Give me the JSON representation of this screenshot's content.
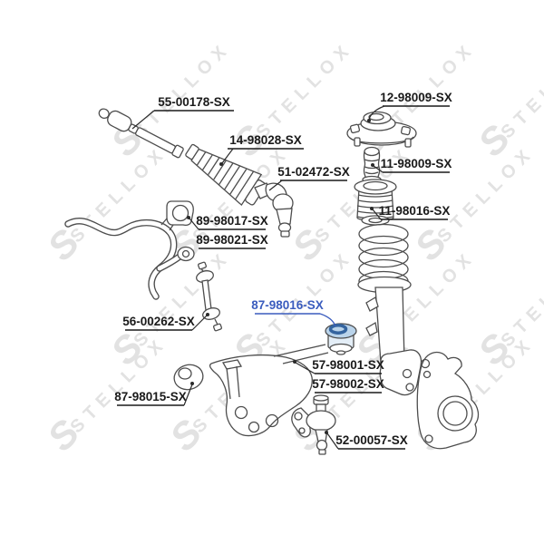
{
  "watermark": {
    "logo_char": "S",
    "text": "STELLOX",
    "color": "#e2e2e2"
  },
  "colors": {
    "background": "#ffffff",
    "line_art": "#4d4d4d",
    "label_text": "#1a1a1a",
    "highlight_link": "#3a5cbe",
    "highlight_fill": "#b9d3ea",
    "highlight_ring": "#34649f"
  },
  "labels": {
    "tie_rod": "55-00178-SX",
    "steering_boot": "14-98028-SX",
    "tie_rod_end": "51-02472-SX",
    "strut_mount": "12-98009-SX",
    "bump_stop": "11-98009-SX",
    "dust_boot": "11-98016-SX",
    "stab_bushing_a": "89-98017-SX",
    "stab_bushing_b": "89-98021-SX",
    "stab_link": "56-00262-SX",
    "arm_rear_bushing": "87-98016-SX",
    "control_arm_a": "57-98001-SX",
    "control_arm_b": "57-98002-SX",
    "arm_front_bushing": "87-98015-SX",
    "ball_joint": "52-00057-SX"
  }
}
